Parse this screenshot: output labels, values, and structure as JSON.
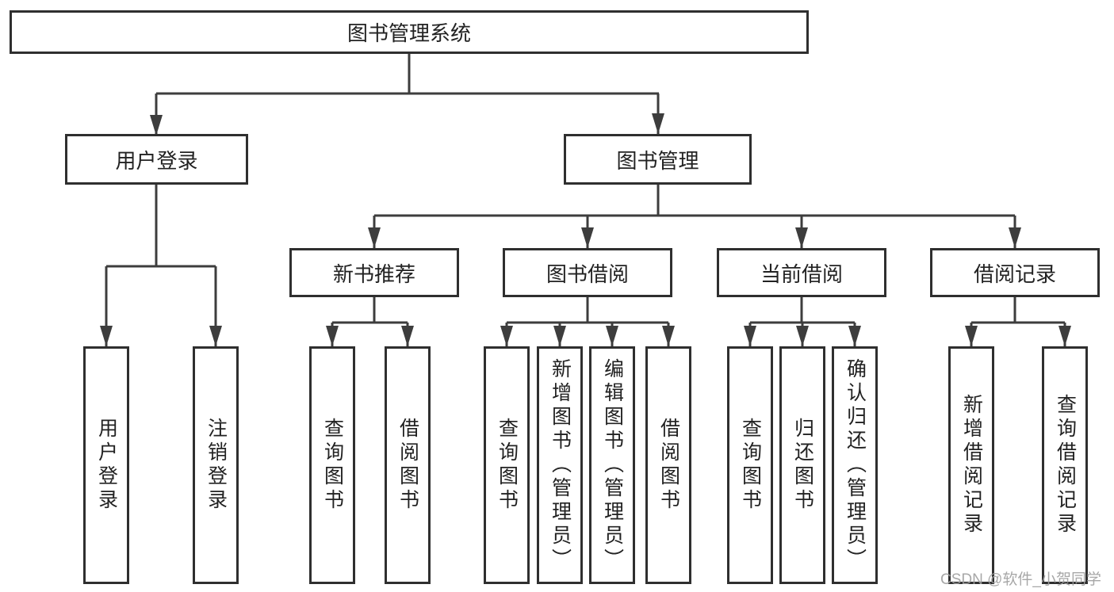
{
  "diagram": {
    "root": {
      "label": "图书管理系统"
    },
    "level2": [
      {
        "label": "用户登录"
      },
      {
        "label": "图书管理"
      }
    ],
    "level3": [
      {
        "label": "新书推荐"
      },
      {
        "label": "图书借阅"
      },
      {
        "label": "当前借阅"
      },
      {
        "label": "借阅记录"
      }
    ],
    "leaves": {
      "user_login": [
        "用户登录",
        "注销登录"
      ],
      "new_book": [
        "查询图书",
        "借阅图书"
      ],
      "book_borrow": [
        "查询图书",
        "新增图书（管理员）",
        "编辑图书（管理员）",
        "借阅图书"
      ],
      "current_borrow": [
        "查询图书",
        "归还图书",
        "确认归还（管理员）"
      ],
      "borrow_record": [
        "新增借阅记录",
        "查询借阅记录"
      ]
    }
  },
  "watermark": "CSDN @软件_小贺同学",
  "colors": {
    "line": "#3d3d3d",
    "border": "#2f2f2f",
    "text": "#222222",
    "watermark": "#9e9e9e",
    "background": "#ffffff"
  }
}
